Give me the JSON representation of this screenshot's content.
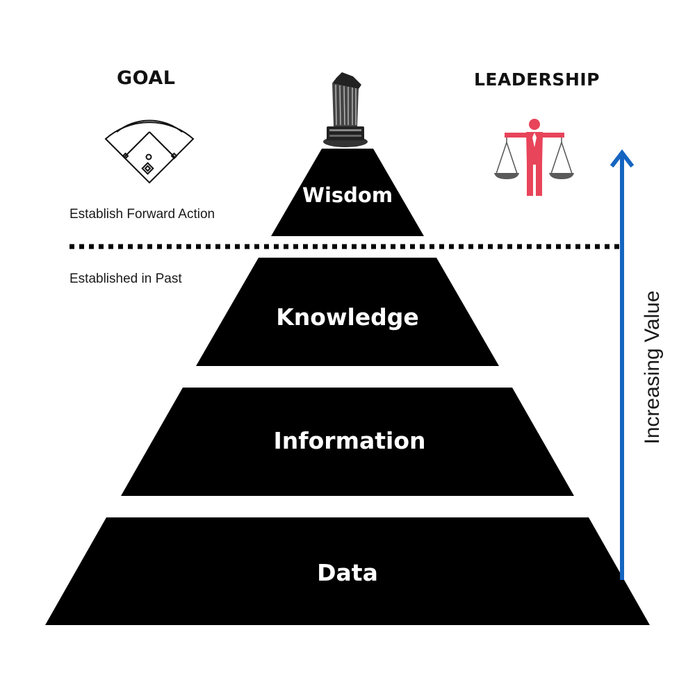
{
  "header": {
    "goal": "GOAL",
    "leadership": "LEADERSHIP"
  },
  "notes": {
    "forward": "Establish Forward Action",
    "past": "Established in Past"
  },
  "pyramid": {
    "tiers": [
      "Wisdom",
      "Knowledge",
      "Information",
      "Data"
    ]
  },
  "axis": {
    "label": "Increasing Value"
  },
  "icons": {
    "goal": "baseball-diamond-icon",
    "trophy": "trophy-icon",
    "leadership": "leader-scales-icon"
  },
  "colors": {
    "tier_fill": "#000000",
    "arrow": "#1565c0",
    "leader": "#e8445a",
    "scales": "#555555"
  }
}
